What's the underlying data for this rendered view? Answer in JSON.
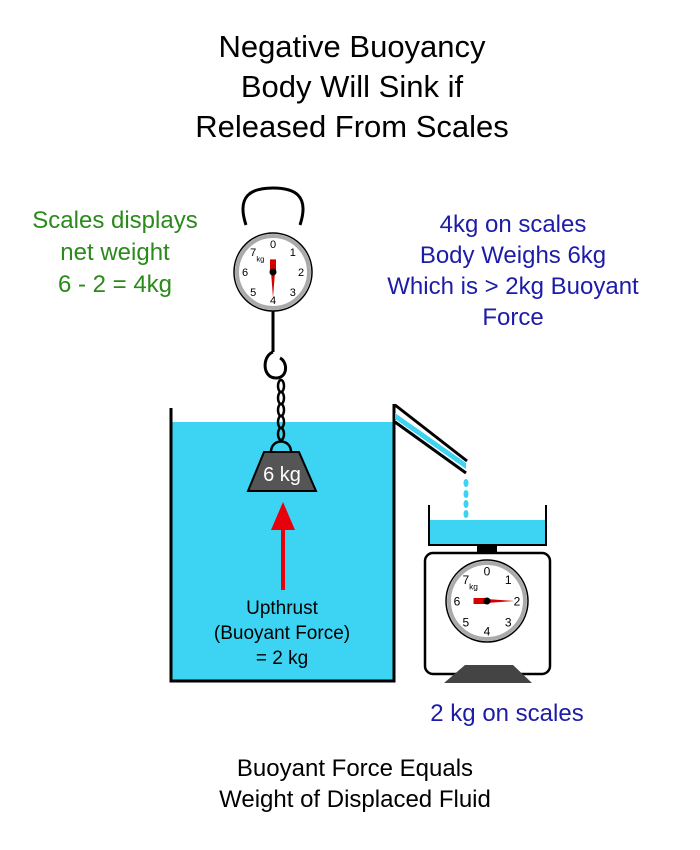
{
  "title": [
    "Negative Buoyancy",
    "Body Will Sink if",
    "Released From Scales"
  ],
  "left_note": [
    "Scales displays",
    "net weight",
    "6 - 2 = 4kg"
  ],
  "right_note": [
    "4kg on scales",
    "Body Weighs 6kg",
    "Which is > 2kg Buoyant",
    "Force"
  ],
  "weight_label": "6 kg",
  "upthrust_label": [
    "Upthrust",
    "(Buoyant Force)",
    "= 2 kg"
  ],
  "platform_note": "2 kg on scales",
  "footer": [
    "Buoyant Force Equals",
    "Weight of Displaced Fluid"
  ],
  "dial": {
    "unit": "kg",
    "numbers": [
      "0",
      "1",
      "2",
      "3",
      "4",
      "5",
      "6",
      "7"
    ]
  },
  "hanging_scale_reading_kg": 4,
  "platform_scale_reading_kg": 2,
  "colors": {
    "water": "#3dd3f2",
    "green_text": "#2a8a1a",
    "blue_text": "#1c1ca8",
    "needle": "#d40000",
    "arrow": "#e8000b"
  }
}
